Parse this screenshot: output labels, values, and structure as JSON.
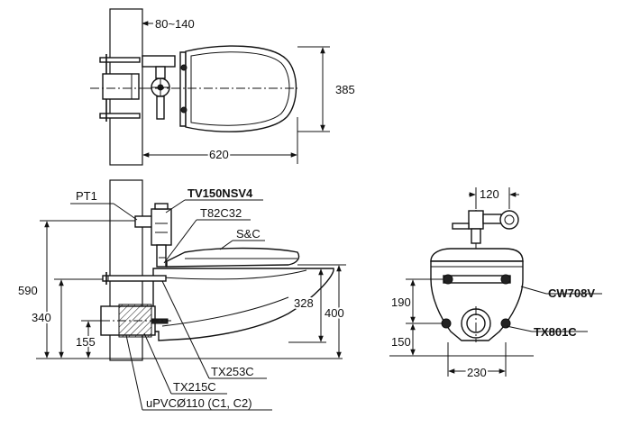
{
  "top_view": {
    "dim_wall_offset": "80~140",
    "dim_depth": "385",
    "dim_length": "620"
  },
  "side_view": {
    "label_pt1": "PT1",
    "label_flush_valve": "TV150NSV4",
    "label_t82": "T82C32",
    "label_seat": "S&C",
    "dim_total_height": "590",
    "dim_outlet_height": "340",
    "dim_inlet_height": "155",
    "dim_bolt_height": "328",
    "dim_rim_height": "400",
    "label_tx253": "TX253C",
    "label_tx215": "TX215C",
    "label_upvc": "uPVCØ110 (C1, C2)"
  },
  "front_view": {
    "dim_valve_offset": "120",
    "dim_bolt_spacing_v": "190",
    "dim_bolt_bottom": "150",
    "dim_width": "230",
    "label_cw708v": "CW708V",
    "label_tx801c": "TX801C"
  }
}
